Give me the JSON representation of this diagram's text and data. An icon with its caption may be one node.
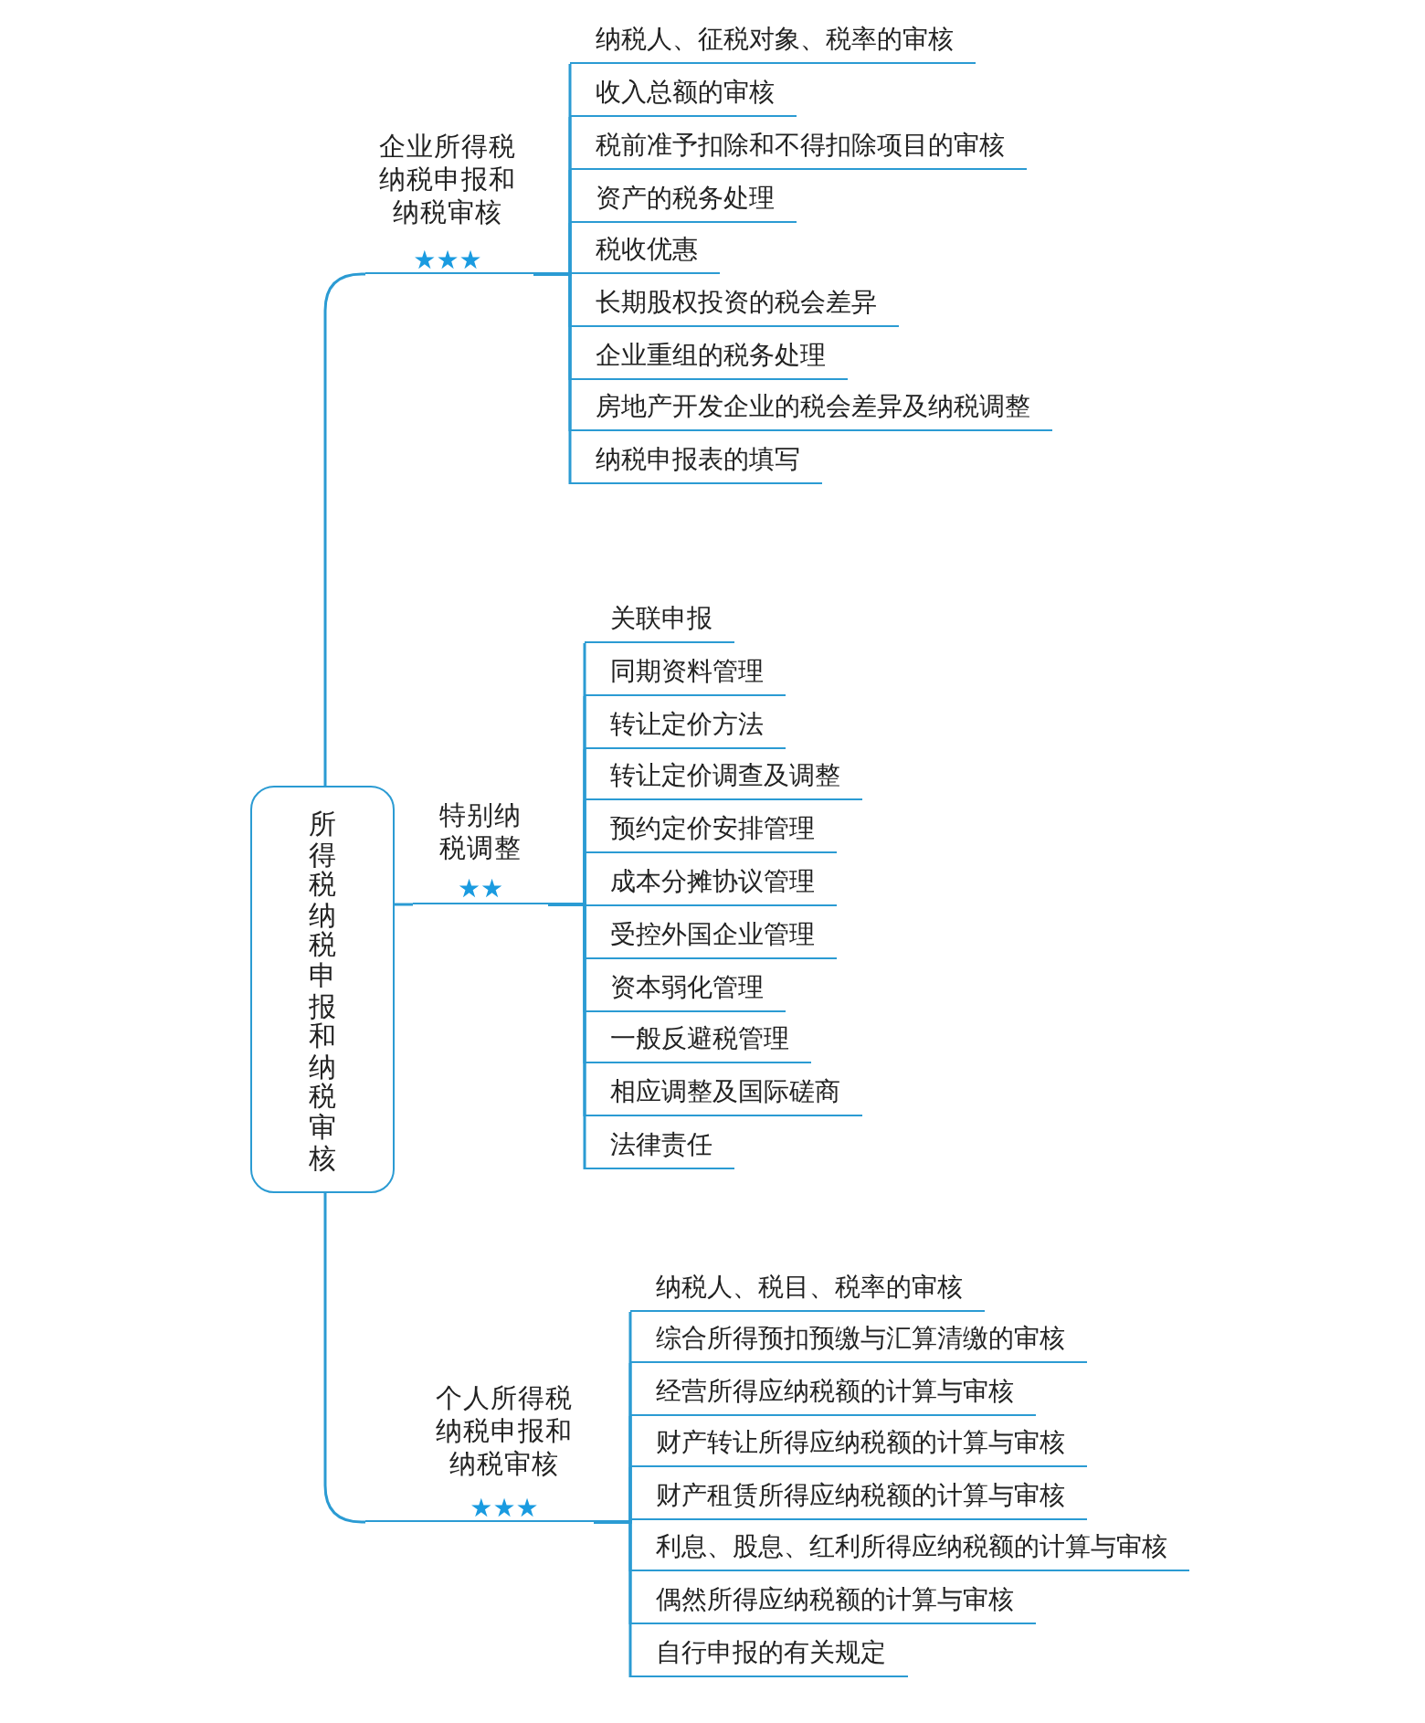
{
  "diagram": {
    "nodes": [
      {
        "text": [
          "所得税纳税申报和纳税审核"
        ]
      },
      {
        "text": [
          "企业所得税纳税申报和纳税审核",
          "★★★"
        ]
      },
      {
        "text": [
          "纳税人、征税对象、税率的审核"
        ]
      },
      {
        "text": [
          "收入总额的审核"
        ]
      },
      {
        "text": [
          "税前准予扣除和不得扣除项目的审核"
        ]
      },
      {
        "text": [
          "资产的税务处理"
        ]
      },
      {
        "text": [
          "税收优惠"
        ]
      },
      {
        "text": [
          "长期股权投资的税会差异"
        ]
      },
      {
        "text": [
          "企业重组的税务处理"
        ]
      },
      {
        "text": [
          "房地产开发企业的税会差异及纳税调整"
        ]
      },
      {
        "text": [
          "纳税申报表的填写"
        ]
      },
      {
        "text": [
          "特别纳税调整",
          "★★"
        ]
      },
      {
        "text": [
          "关联申报"
        ]
      },
      {
        "text": [
          "同期资料管理"
        ]
      },
      {
        "text": [
          "转让定价方法"
        ]
      },
      {
        "text": [
          "转让定价调查及调整"
        ]
      },
      {
        "text": [
          "预约定价安排管理"
        ]
      },
      {
        "text": [
          "成本分摊协议管理"
        ]
      },
      {
        "text": [
          "受控外国企业管理"
        ]
      },
      {
        "text": [
          "资本弱化管理"
        ]
      },
      {
        "text": [
          "一般反避税管理"
        ]
      },
      {
        "text": [
          "相应调整及国际磋商"
        ]
      },
      {
        "text": [
          "法律责任"
        ]
      },
      {
        "text": [
          "个人所得税纳税申报和纳税审核",
          "★★★"
        ]
      },
      {
        "text": [
          "纳税人、税目、税率的审核"
        ]
      },
      {
        "text": [
          "综合所得预扣预缴与汇算清缴的审核"
        ]
      },
      {
        "text": [
          "经营所得应纳税额的计算与审核"
        ]
      },
      {
        "text": [
          "财产转让所得应纳税额的计算与审核"
        ]
      },
      {
        "text": [
          "财产租赁所得应纳税额的计算与审核"
        ]
      },
      {
        "text": [
          "利息、股息、红利所得应纳税额的计算与审核"
        ]
      },
      {
        "text": [
          "偶然所得应纳税额的计算与审核"
        ]
      },
      {
        "text": [
          "自行申报的有关规定"
        ]
      }
    ],
    "edges": [
      {
        "from": 0,
        "to": 1,
        "arrow": "none"
      },
      {
        "from": 1,
        "to": 2,
        "arrow": "none"
      },
      {
        "from": 1,
        "to": 3,
        "arrow": "none"
      },
      {
        "from": 1,
        "to": 4,
        "arrow": "none"
      },
      {
        "from": 1,
        "to": 5,
        "arrow": "none"
      },
      {
        "from": 1,
        "to": 6,
        "arrow": "none"
      },
      {
        "from": 1,
        "to": 7,
        "arrow": "none"
      },
      {
        "from": 1,
        "to": 8,
        "arrow": "none"
      },
      {
        "from": 1,
        "to": 9,
        "arrow": "none"
      },
      {
        "from": 1,
        "to": 10,
        "arrow": "none"
      },
      {
        "from": 0,
        "to": 11,
        "arrow": "none"
      },
      {
        "from": 11,
        "to": 12,
        "arrow": "none"
      },
      {
        "from": 11,
        "to": 13,
        "arrow": "none"
      },
      {
        "from": 11,
        "to": 14,
        "arrow": "none"
      },
      {
        "from": 11,
        "to": 15,
        "arrow": "none"
      },
      {
        "from": 11,
        "to": 16,
        "arrow": "none"
      },
      {
        "from": 11,
        "to": 17,
        "arrow": "none"
      },
      {
        "from": 11,
        "to": 18,
        "arrow": "none"
      },
      {
        "from": 11,
        "to": 19,
        "arrow": "none"
      },
      {
        "from": 11,
        "to": 20,
        "arrow": "none"
      },
      {
        "from": 11,
        "to": 21,
        "arrow": "none"
      },
      {
        "from": 11,
        "to": 22,
        "arrow": "none"
      },
      {
        "from": 0,
        "to": 23,
        "arrow": "none"
      },
      {
        "from": 23,
        "to": 24,
        "arrow": "none"
      },
      {
        "from": 23,
        "to": 25,
        "arrow": "none"
      },
      {
        "from": 23,
        "to": 26,
        "arrow": "none"
      },
      {
        "from": 23,
        "to": 27,
        "arrow": "none"
      },
      {
        "from": 23,
        "to": 28,
        "arrow": "none"
      },
      {
        "from": 23,
        "to": 29,
        "arrow": "none"
      },
      {
        "from": 23,
        "to": 30,
        "arrow": "none"
      },
      {
        "from": 23,
        "to": 31,
        "arrow": "none"
      }
    ]
  }
}
